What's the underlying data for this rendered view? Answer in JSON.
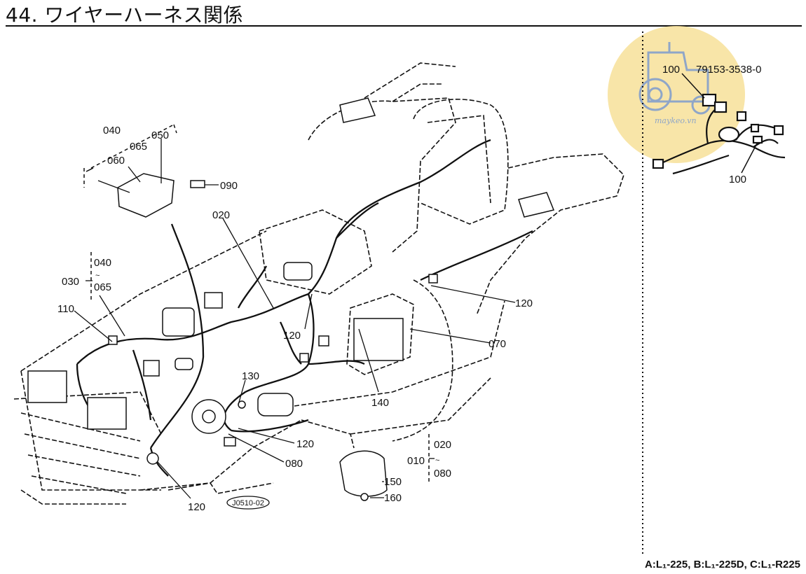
{
  "title": "44. ワイヤーハーネス関係",
  "footer_models": "A:L₁-225, B:L₁-225D, C:L₁-R225",
  "figure_code": "J0510-02",
  "watermark": "maykeo.vn",
  "inset": {
    "label_top": "100",
    "part_number": "79153-3538-0",
    "label_bottom": "100"
  },
  "callouts": {
    "c040a": "040",
    "c065a": "065",
    "c050": "050",
    "c060": "060",
    "c090": "090",
    "c020": "020",
    "c030": "030",
    "c040b": "040",
    "c065b": "065",
    "c110": "110",
    "c120_dash": "120",
    "c070": "070",
    "c120_mid": "120",
    "c130": "130",
    "c140": "140",
    "c120_alt": "120",
    "c080": "080",
    "c120_bottom": "120",
    "c010": "010",
    "c020b": "020",
    "c080b": "080",
    "c150": "150",
    "c160": "160"
  },
  "colors": {
    "line": "#111111",
    "watermark_circle": "#f7e199",
    "watermark_tractor": "#8fa6c8"
  }
}
